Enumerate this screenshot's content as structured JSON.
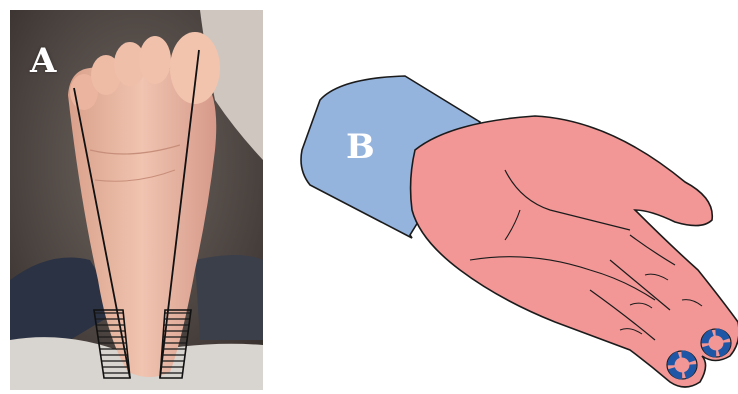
{
  "panels": {
    "a": {
      "label": "A"
    },
    "b": {
      "label": "B"
    }
  },
  "colors": {
    "skin_photo": "#e9b8a3",
    "background_dark": "#3a3230",
    "sock_navy": "#2b3243",
    "blanket_light": "#d8d4cf",
    "sleeve": "#94b3dd",
    "hand": "#f29696",
    "nail_mark": "#1f57a6",
    "outline": "#1b1b1b"
  },
  "icons": [
    "baby-foot-photo",
    "hand-illustration"
  ]
}
